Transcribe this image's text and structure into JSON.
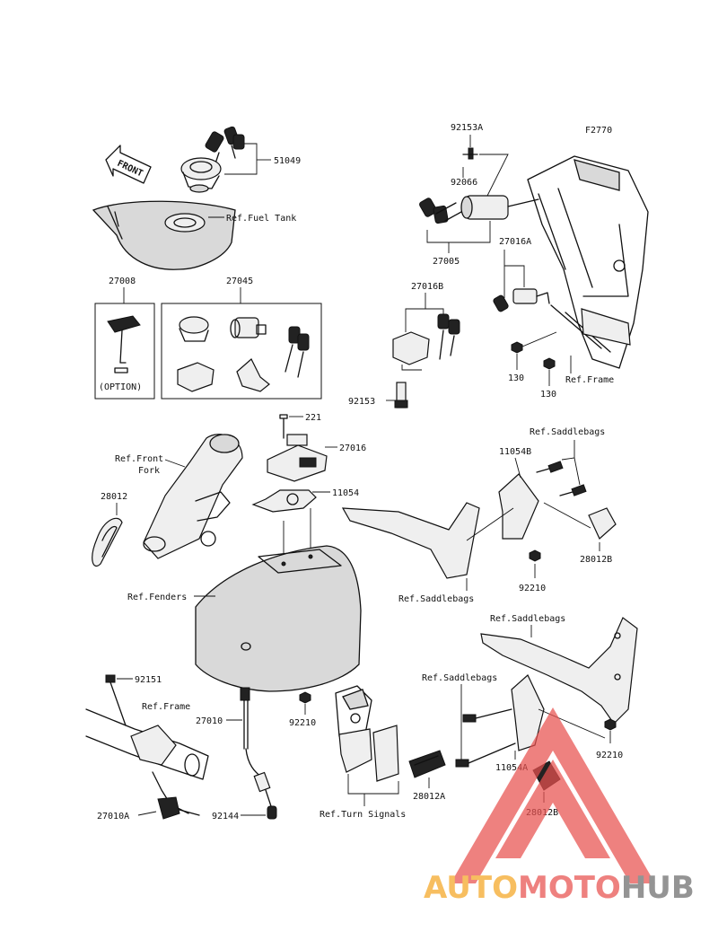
{
  "figure_code": "F2770",
  "callouts": {
    "c51049": "51049",
    "ref_fuel_tank": "Ref.Fuel Tank",
    "front_arrow": "FRONT",
    "c27008": "27008",
    "option": "(OPTION)",
    "c27045": "27045",
    "c92153A": "92153A",
    "c92066": "92066",
    "c27005": "27005",
    "c27016A": "27016A",
    "c27016B": "27016B",
    "c92153": "92153",
    "c130a": "130",
    "c130b": "130",
    "ref_frame_top": "Ref.Frame",
    "c221": "221",
    "c27016": "27016",
    "c11054": "11054",
    "ref_front_fork_1": "Ref.Front",
    "ref_front_fork_2": "Fork",
    "c28012": "28012",
    "ref_fenders": "Ref.Fenders",
    "ref_saddlebags_1": "Ref.Saddlebags",
    "c11054B": "11054B",
    "c28012B_top": "28012B",
    "c92210_mid": "92210",
    "ref_saddlebags_2": "Ref.Saddlebags",
    "ref_saddlebags_3": "Ref.Saddlebags",
    "ref_saddlebags_4": "Ref.Saddlebags",
    "c92151": "92151",
    "ref_frame_bottom": "Ref.Frame",
    "c27010": "27010",
    "c92210_left": "92210",
    "c27010A": "27010A",
    "c92144": "92144",
    "ref_turn_signals": "Ref.Turn Signals",
    "c28012A": "28012A",
    "c11054A": "11054A",
    "c92210_right": "92210",
    "c28012B_bottom": "28012B"
  },
  "watermark": {
    "part1": "AUTO",
    "part2": "MOTO",
    "part3": "HUB",
    "colors": {
      "orange": "#f5a623",
      "red": "#e8514f",
      "gray": "#6b6b6b"
    }
  }
}
